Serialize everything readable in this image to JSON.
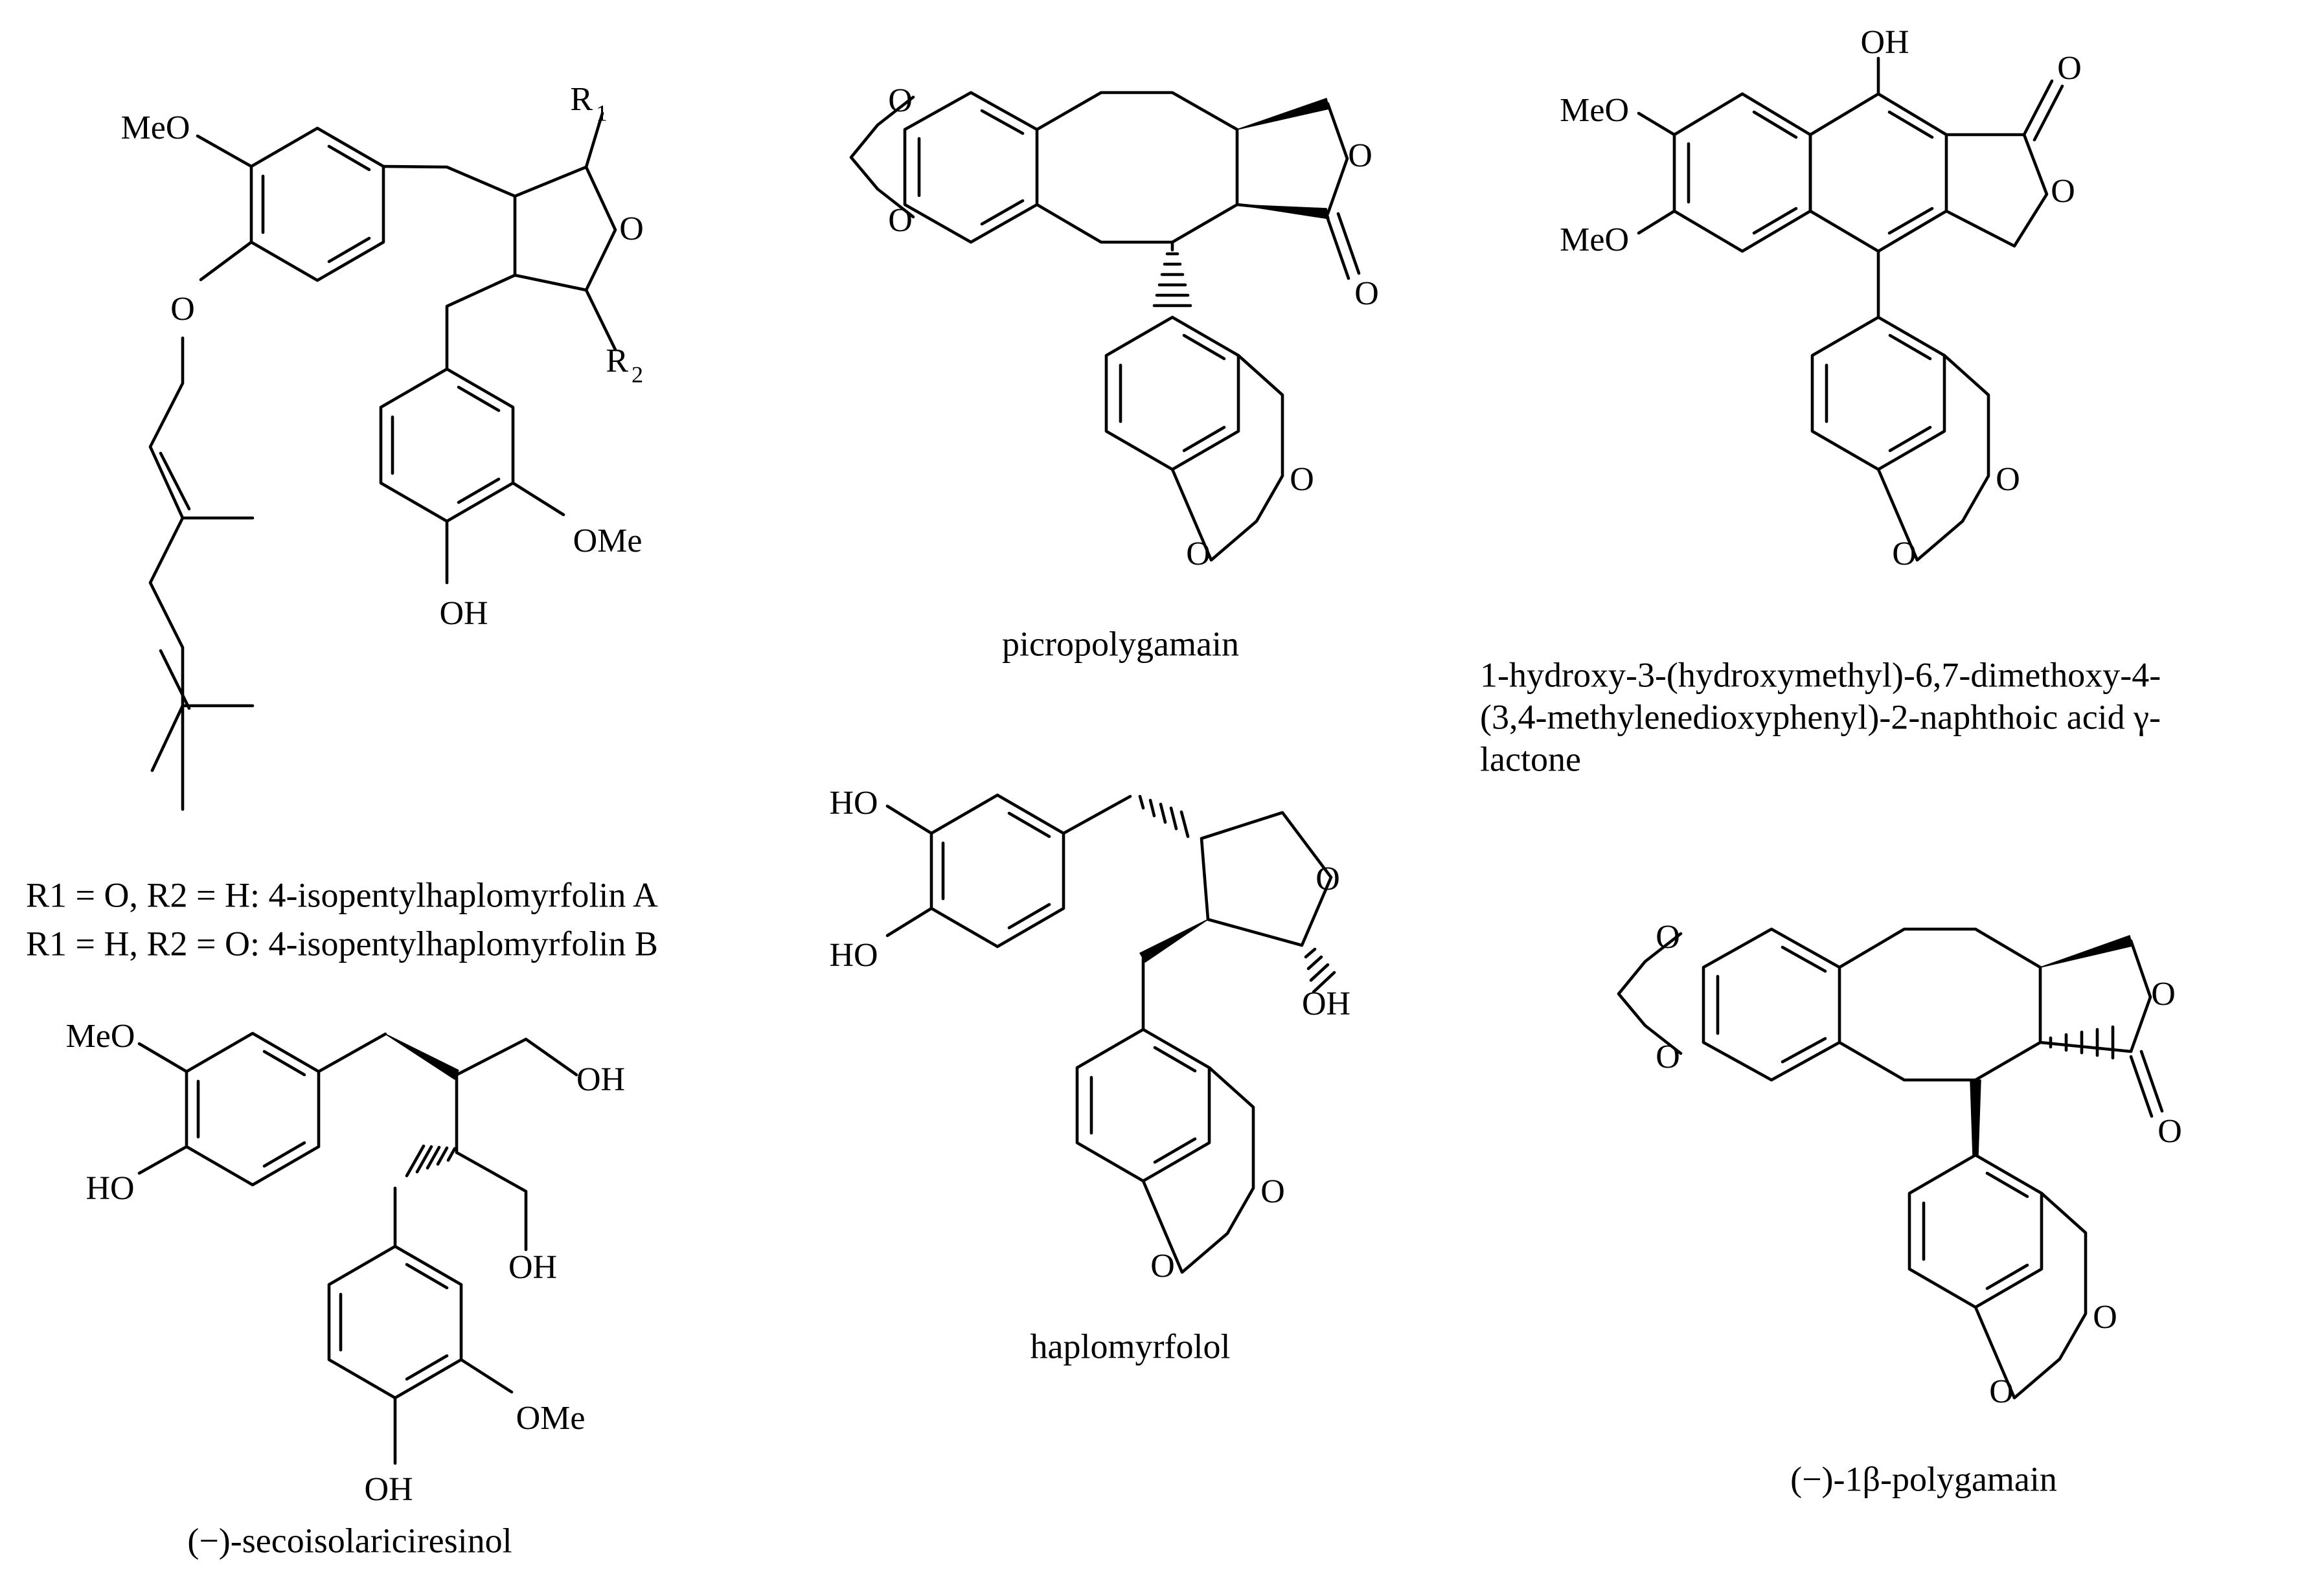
{
  "compounds": [
    {
      "key": "isopentyl",
      "caption_lines": [
        "R1 = O, R2 = H: 4-isopentylhaplomyrfolin A",
        "R1 = H, R2 = O: 4-isopentylhaplomyrfolin B"
      ]
    },
    {
      "key": "picropolygamain",
      "caption_lines": [
        "picropolygamain"
      ]
    },
    {
      "key": "naphthoic",
      "caption_lines": [
        "1-hydroxy-3-(hydroxymethyl)-6,7-dimethoxy-4-",
        "(3,4-methylenedioxyphenyl)-2-naphthoic acid γ-",
        "lactone"
      ]
    },
    {
      "key": "secoisolariciresinol",
      "caption_lines": [
        "(−)-secoisolariciresinol"
      ]
    },
    {
      "key": "haplomyrfolol",
      "caption_lines": [
        "haplomyrfolol"
      ]
    },
    {
      "key": "polygamain",
      "caption_lines": [
        "(−)-1β-polygamain"
      ]
    }
  ],
  "atom_labels": {
    "R1": "R1",
    "R2": "R2",
    "O": "O",
    "MeO": "MeO",
    "OMe": "OMe",
    "OH": "OH",
    "HO": "HO"
  }
}
